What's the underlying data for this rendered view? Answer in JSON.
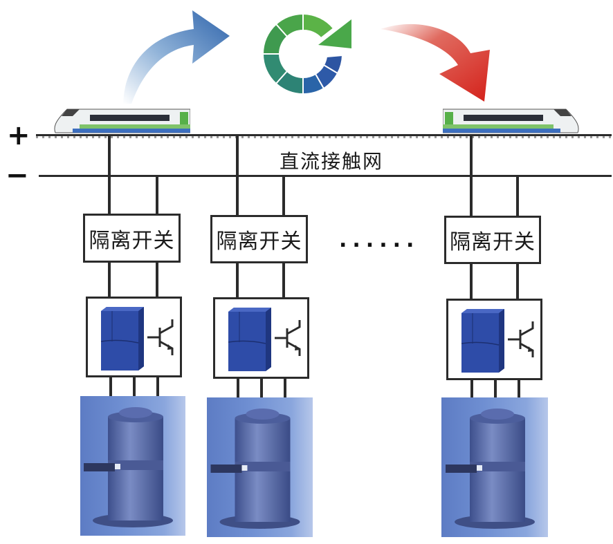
{
  "diagram": {
    "catenary_label": "直流接触网",
    "positive_rail_symbol": "+",
    "negative_rail_symbol": "−",
    "ellipsis": "......",
    "units": [
      {
        "isolator_label": "隔离开关"
      },
      {
        "isolator_label": "隔离开关"
      },
      {
        "isolator_label": "隔离开关"
      }
    ],
    "icons": {
      "accel_arrow": "curved-arrow-up-right",
      "recycle": "energy-recycle-cycle",
      "decel_arrow": "curved-arrow-down-right",
      "converter": "power-converter-cabinet",
      "transistor": "igbt-transistor-symbol",
      "flywheel": "flywheel-energy-storage"
    },
    "colors": {
      "wire": "#2b2b2b",
      "accel_arrow": "#3d6fb5",
      "decel_arrow": "#d8251d",
      "recycle_green": "#4aac45",
      "recycle_teal": "#2f8a78",
      "recycle_blue": "#2e59a8",
      "converter_blue": "#2c4aa4"
    }
  }
}
